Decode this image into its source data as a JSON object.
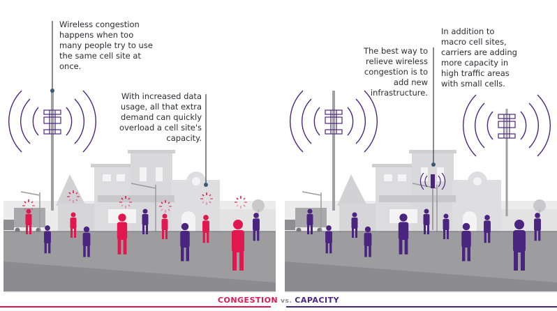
{
  "left_panel": {
    "note_top": "Wireless congestion\nhappens when too\nmany people try to use\nthe same cell site at\nonce.",
    "note_side": "With increased data\nusage, all that extra\ndemand can quickly\noverload a cell site's\ncapacity."
  },
  "right_panel": {
    "note_left": "The best way to\nrelieve wireless\ncongestion is to\nadd new\ninfrastructure.",
    "note_right": "In addition to\nmacro cell sites,\ncarriers are adding\nmore capacity in\nhigh traffic areas\nwith small cells."
  },
  "caption": {
    "congestion": "CONGESTION",
    "vs": "vs.",
    "capacity": "CAPACITY"
  },
  "colors": {
    "congestion": "#e0184f",
    "capacity": "#4a2580",
    "ground": "#9d9da0",
    "building": "#d9d9db"
  }
}
